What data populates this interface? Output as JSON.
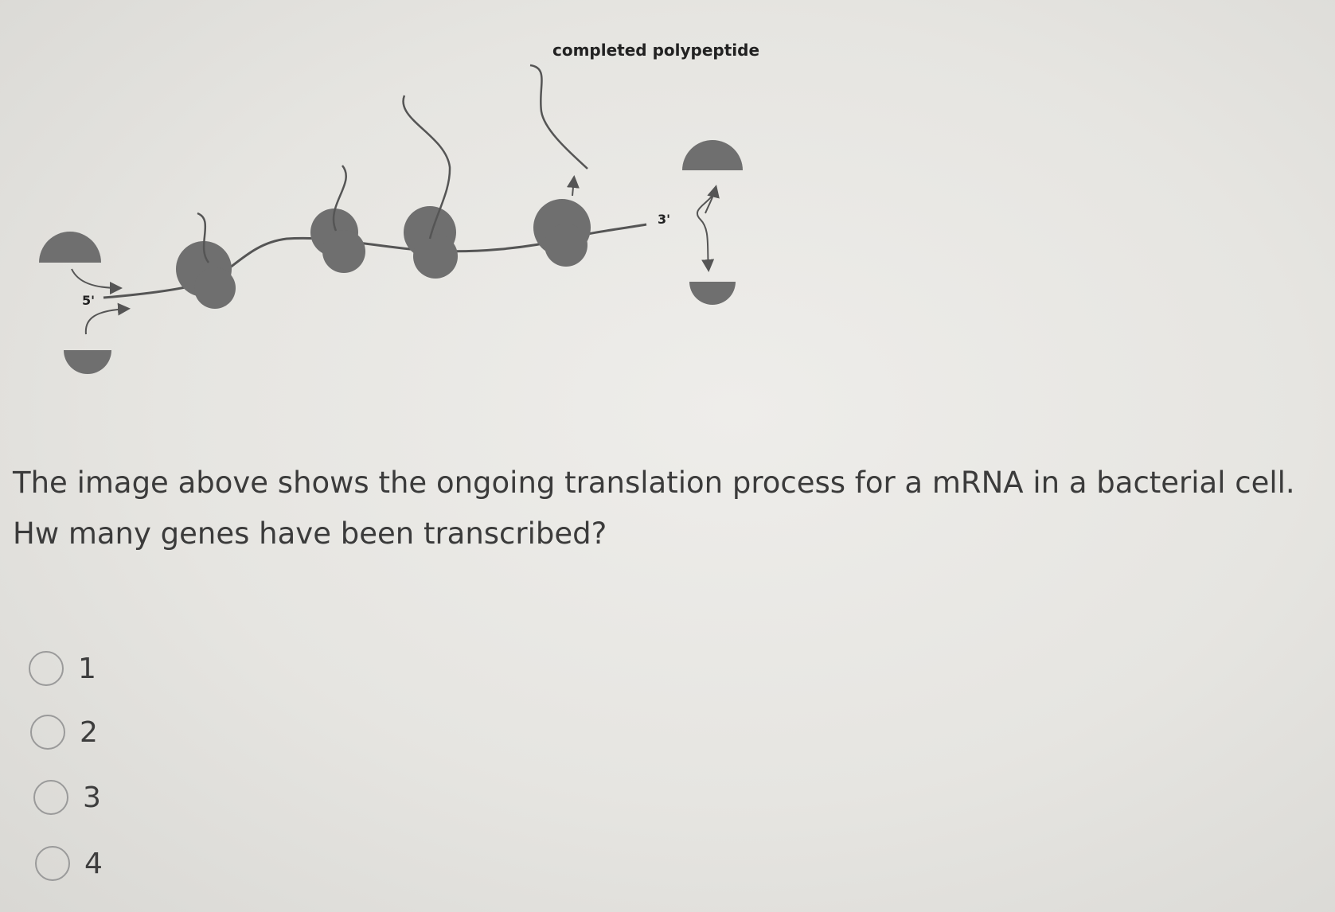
{
  "diagram": {
    "label_completed": "completed polypeptide",
    "label_5prime": "5'",
    "label_3prime": "3'",
    "ribosome_color": "#6f6f6f"
  },
  "question": {
    "text": "The image above shows the ongoing translation process for a mRNA in a bacterial cell. Hw many genes have been transcribed?"
  },
  "options": [
    {
      "label": "1"
    },
    {
      "label": "2"
    },
    {
      "label": "3"
    },
    {
      "label": "4"
    }
  ]
}
